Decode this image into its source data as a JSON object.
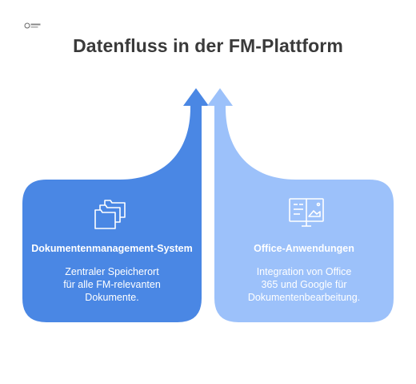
{
  "title": "Datenfluss in der FM-Plattform",
  "logo": {
    "name": "logo-icon"
  },
  "panels": [
    {
      "heading": "Dokumentenmanagement-System",
      "description_lines": [
        "Zentraler Speicherort",
        "für alle FM-relevanten",
        "Dokumente."
      ],
      "icon": "folders-icon",
      "color": "#4a87e4"
    },
    {
      "heading": "Office-Anwendungen",
      "description_lines": [
        "Integration von Office",
        "365 und Google für",
        "Dokumentenbearbeitung."
      ],
      "icon": "document-monitor-icon",
      "color": "#9cc1fa"
    }
  ],
  "colors": {
    "left_arrow": "#4a87e4",
    "right_arrow": "#9cc1fa",
    "title": "#3a3a3a"
  }
}
